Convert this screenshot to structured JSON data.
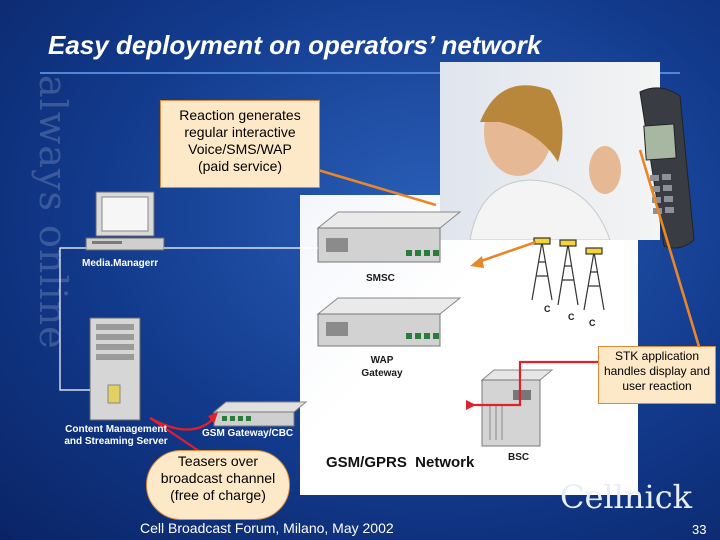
{
  "slide": {
    "title": "Easy deployment on operators’ network",
    "side_text": "always online",
    "footer": "Cell Broadcast Forum, Milano, May 2002",
    "page_number": "33",
    "logo_text": "Cellnick"
  },
  "callouts": {
    "reaction": "Reaction generates regular interactive Voice/SMS/WAP (paid service)",
    "stk": "STK application handles display and user reaction",
    "teasers": "Teasers over broadcast channel (free of charge)"
  },
  "nodes": {
    "media_manager": "Media.Managerr",
    "smsc": "SMSC",
    "wap_gateway": "WAP Gateway",
    "content_server": "Content Management and Streaming Server",
    "gsm_gateway": "GSM Gateway/CBC",
    "network": "GSM/GPRS  Network",
    "bsc": "BSC",
    "cell_a": "C",
    "cell_b": "C",
    "cell_c": "C"
  },
  "colors": {
    "background": "#123a8c",
    "callout_fill": "#fde9c8",
    "arrow_orange": "#e8862a",
    "arrow_red": "#e0202a"
  }
}
